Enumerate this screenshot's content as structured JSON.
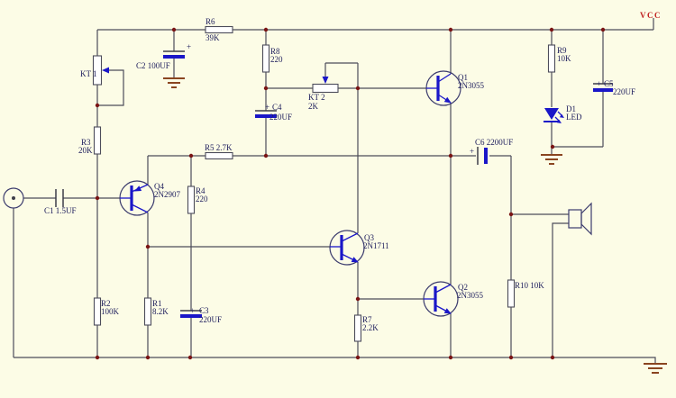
{
  "colors": {
    "background": "#fcfce6",
    "wire": "#4c4c5a",
    "blue": "#1a16c8",
    "junction": "#7a1414",
    "ground": "#8a4520",
    "text": "#20205e",
    "vcc_text": "#c02020",
    "outline": "#3c3c6e"
  },
  "power": {
    "vcc": "VCC"
  },
  "polarity": "+",
  "components": {
    "r1": {
      "ref": "R1",
      "value": "8.2K"
    },
    "r2": {
      "ref": "R2",
      "value": "100K"
    },
    "r3": {
      "ref": "R3",
      "value": "20K"
    },
    "r4": {
      "ref": "R4",
      "value": "220"
    },
    "r5": {
      "ref": "R5 2.7K"
    },
    "r6": {
      "ref": "R6",
      "value": "39K"
    },
    "r7": {
      "ref": "R7",
      "value": "2.2K"
    },
    "r8": {
      "ref": "R8",
      "value": "220"
    },
    "r9": {
      "ref": "R9",
      "value": "10K"
    },
    "r10": {
      "ref": "R10 10K"
    },
    "c1": {
      "ref": "C1 1.5UF"
    },
    "c2": {
      "ref": "C2 100UF"
    },
    "c3": {
      "ref": "C3",
      "value": "220UF"
    },
    "c4": {
      "ref": "C4",
      "value": "220UF"
    },
    "c5": {
      "ref": "C5",
      "value": "220UF"
    },
    "c6": {
      "ref": "C6 2200UF"
    },
    "kt1": {
      "ref": "KT 1"
    },
    "kt2": {
      "ref": "KT 2",
      "value": "2K"
    },
    "q1": {
      "ref": "Q1",
      "value": "2N3055"
    },
    "q2": {
      "ref": "Q2",
      "value": "2N3055"
    },
    "q3": {
      "ref": "Q3",
      "value": "2N1711"
    },
    "q4": {
      "ref": "Q4",
      "value": "2N2907"
    },
    "d1": {
      "ref": "D1",
      "value": "LED"
    }
  }
}
